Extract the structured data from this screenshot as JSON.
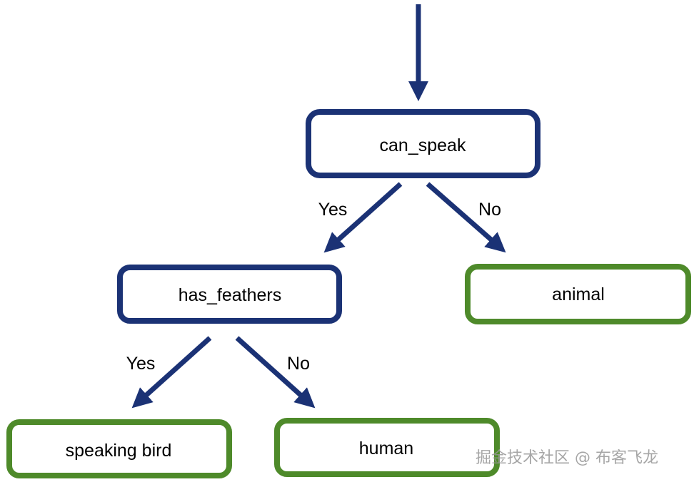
{
  "colors": {
    "decision": "#1b3275",
    "leaf": "#4e8a2a",
    "arrow": "#1b3275"
  },
  "nodes": {
    "root": {
      "label": "can_speak",
      "kind": "decision"
    },
    "feathers": {
      "label": "has_feathers",
      "kind": "decision"
    },
    "animal": {
      "label": "animal",
      "kind": "leaf"
    },
    "bird": {
      "label": "speaking bird",
      "kind": "leaf"
    },
    "human": {
      "label": "human",
      "kind": "leaf"
    }
  },
  "edges": {
    "root_yes": "Yes",
    "root_no": "No",
    "feathers_yes": "Yes",
    "feathers_no": "No"
  },
  "watermark": "掘金技术社区 @ 布客飞龙"
}
